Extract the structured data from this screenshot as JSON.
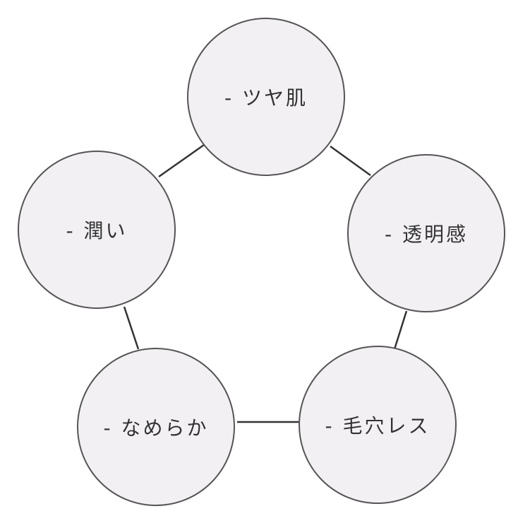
{
  "nodes": [
    {
      "label": "- ツヤ肌"
    },
    {
      "label": "- 透明感"
    },
    {
      "label": "- 毛穴レス"
    },
    {
      "label": "- なめらか"
    },
    {
      "label": "- 潤い"
    }
  ],
  "colors": {
    "fill": "#f2f0f3",
    "stroke": "#555555",
    "edge": "#333333"
  }
}
